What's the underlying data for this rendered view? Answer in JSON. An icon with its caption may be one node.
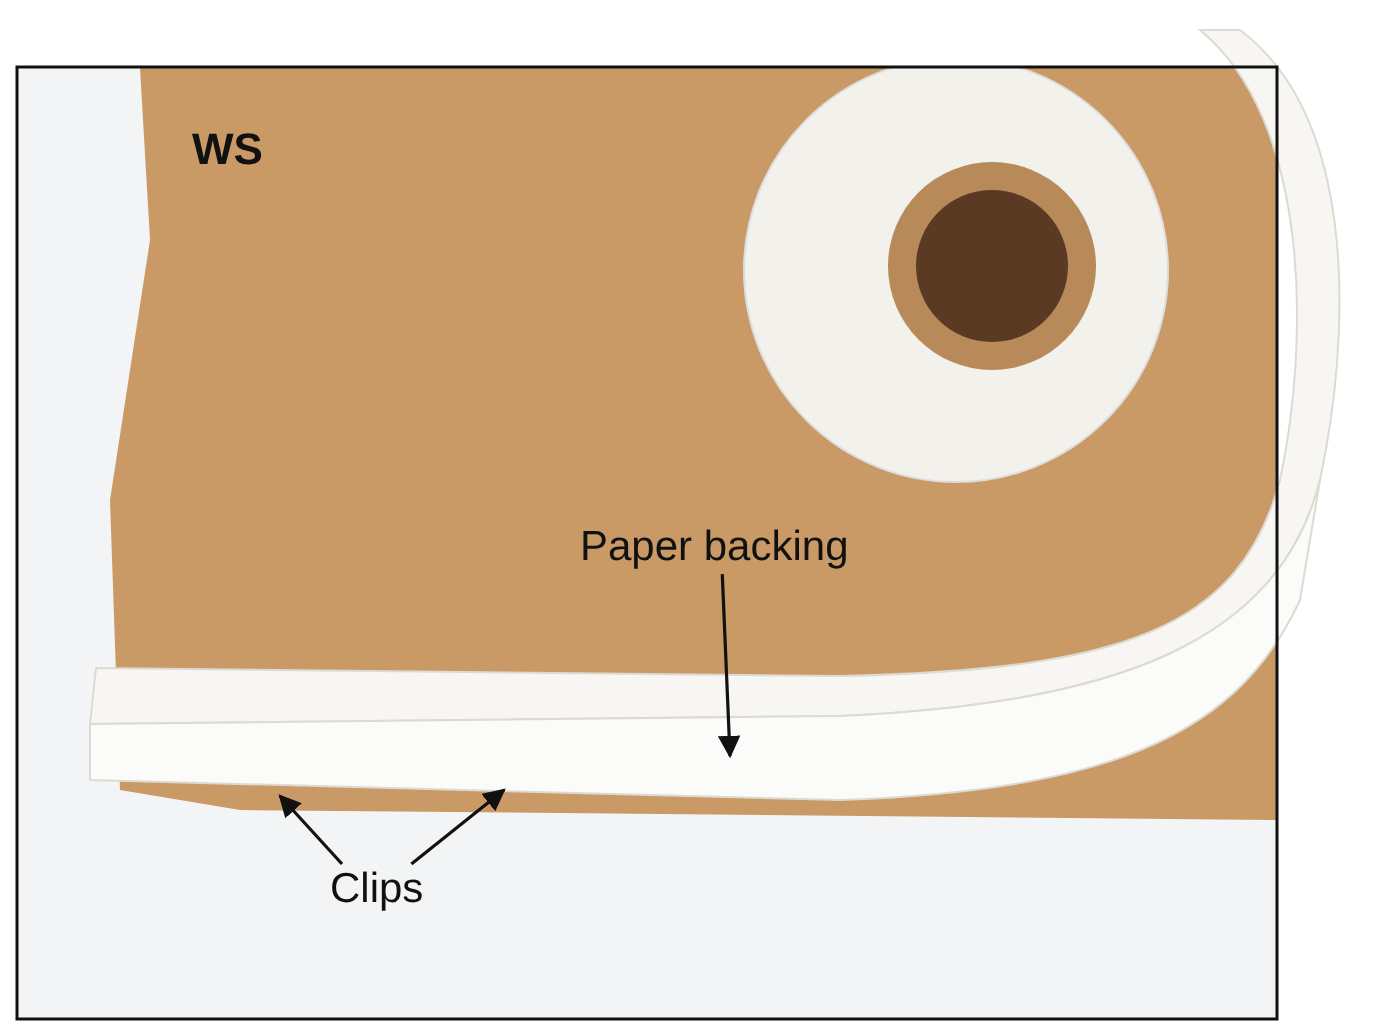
{
  "diagram": {
    "nodes": [
      {
        "text": [
          "Paper backing"
        ]
      },
      {
        "text": [
          "Clips"
        ]
      }
    ],
    "edges": [
      {
        "from": 0,
        "to": null,
        "arrow": "to"
      },
      {
        "from": 1,
        "to": null,
        "arrow": "to"
      },
      {
        "from": 1,
        "to": null,
        "arrow": "to"
      }
    ],
    "labels": [
      "WS"
    ]
  }
}
